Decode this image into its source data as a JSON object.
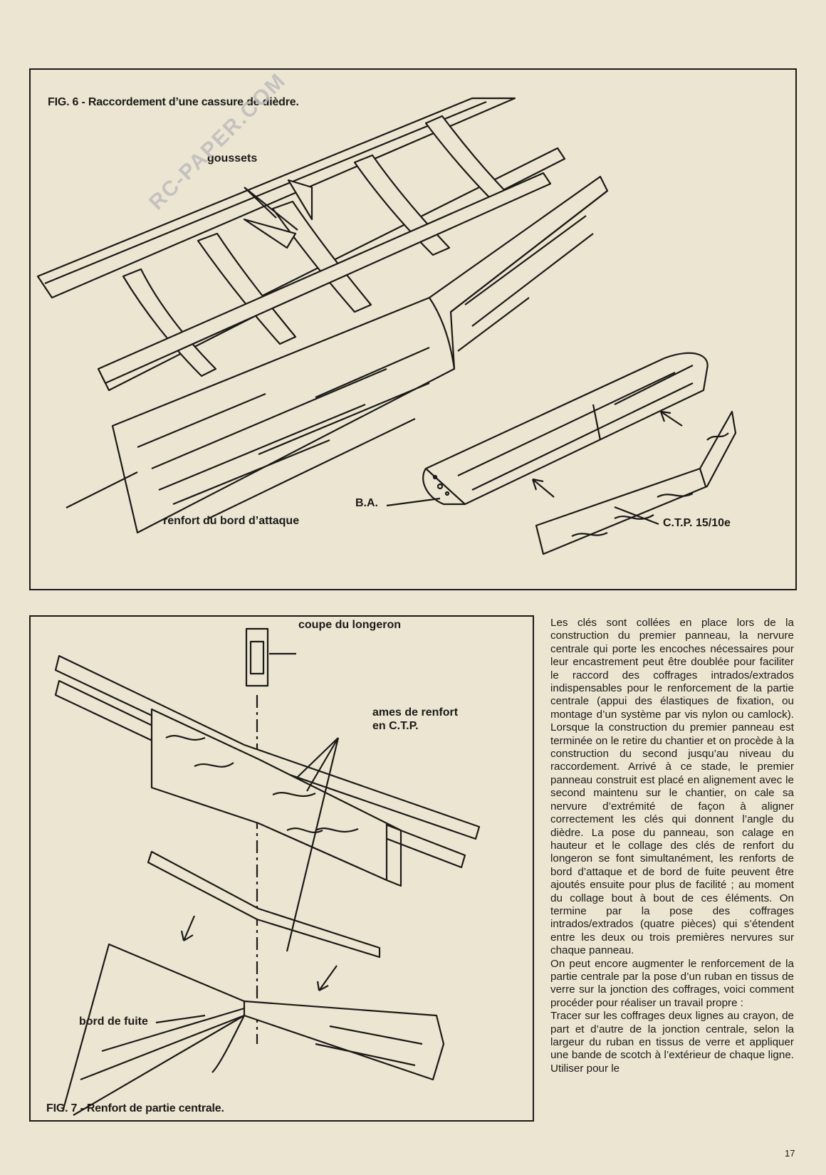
{
  "fig6": {
    "caption": "FIG. 6 - Raccordement d’une cassure de dièdre.",
    "labels": {
      "goussets": "goussets",
      "ba": "B.A.",
      "renfort": "renfort du bord d’attaque",
      "ctp": "C.T.P. 15/10e"
    }
  },
  "watermark": {
    "text": "RC-PAPER.COM"
  },
  "fig7": {
    "caption": "FIG. 7 - Renfort de partie centrale.",
    "labels": {
      "coupe": "coupe du longeron",
      "ames_line1": "ames de renfort",
      "ames_line2": "en C.T.P.",
      "bord_fuite": "bord de fuite"
    }
  },
  "article": {
    "paragraphs": [
      "Les clés sont collées en place lors de la construction du premier panneau, la nervure centrale qui porte les encoches nécessaires pour leur encastrement peut être doublée pour faciliter le raccord des coffrages intrados/extrados indispensables pour le renforcement de la partie centrale (appui des élastiques de fixation, ou montage d’un système par vis nylon ou camlock). Lorsque la construction du premier panneau est terminée on le retire du chantier et on procède à la construction du second jusqu’au niveau du raccordement. Arrivé à ce stade, le premier panneau construit est placé en alignement avec le second maintenu sur le chantier, on cale sa nervure d’extrémité de façon à aligner correctement les clés qui donnent l’angle du dièdre. La pose du panneau, son calage en hauteur et le collage des clés de renfort du longeron se font simultanément, les renforts de bord d’attaque et de bord de fuite peuvent être ajoutés ensuite pour plus de facilité ; au moment du collage bout à bout de ces éléments. On termine par la pose des coffrages intrados/extrados (quatre pièces) qui s’étendent entre les deux ou trois premières nervures sur chaque panneau.",
      "On peut encore augmenter le renforcement de la partie centrale par la pose d’un ruban en tissus de verre sur la jonction des coffrages, voici comment procéder pour réaliser un travail propre :",
      "Tracer sur les coffrages deux lignes au crayon, de part et d’autre de la jonction centrale, selon la largeur du ruban en tissus de verre et appliquer une bande de scotch à l’extérieur de chaque ligne. Utiliser pour le"
    ]
  },
  "page_number": "17"
}
